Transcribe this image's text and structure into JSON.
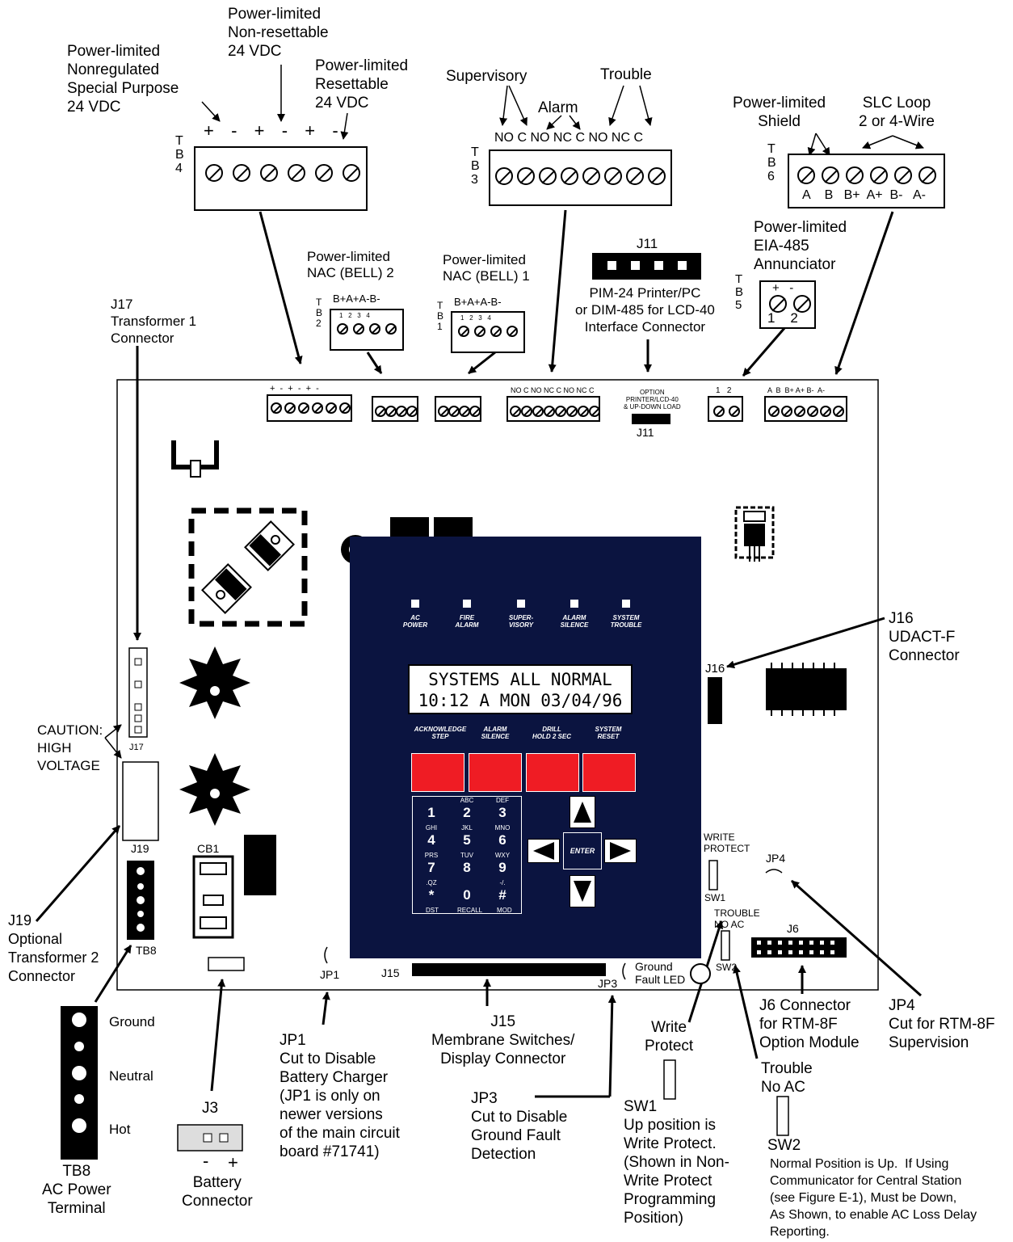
{
  "labels": {
    "nonregulated": "Power-limited\nNonregulated\nSpecial Purpose\n24 VDC",
    "nonresettable": "Power-limited\nNon-resettable\n24 VDC",
    "resettable": "Power-limited\nResettable\n24 VDC",
    "supervisory": "Supervisory",
    "alarm": "Alarm",
    "trouble": "Trouble",
    "shield": "Power-limited\nShield",
    "slc_loop": "SLC Loop\n2 or 4-Wire",
    "eia485": "Power-limited\nEIA-485\nAnnunciator",
    "nac2": "Power-limited\nNAC (BELL) 2",
    "nac1": "Power-limited\nNAC (BELL) 1",
    "j11_title": "J11",
    "j11_desc": "PIM-24 Printer/PC\nor DIM-485 for LCD-40\nInterface Connector",
    "j17": "J17\nTransformer 1\nConnector",
    "j16": "J16\nUDACT-F\nConnector",
    "caution": "CAUTION:\nHIGH\nVOLTAGE",
    "j19": "J19\nOptional\nTransformer 2\nConnector",
    "tb8_title": "TB8\nAC Power\nTerminal",
    "ground": "Ground",
    "neutral": "Neutral",
    "hot": "Hot",
    "j3": "J3",
    "battery": "Battery\nConnector",
    "battery_minus": "-",
    "battery_plus": "+",
    "jp1": "JP1\nCut to Disable\nBattery Charger\n(JP1 is only on\nnewer versions\nof the main circuit\nboard #71741)",
    "j15": "J15\nMembrane Switches/\nDisplay Connector",
    "jp3": "JP3\nCut to Disable\nGround Fault\nDetection",
    "write_protect": "Write\nProtect",
    "sw1": "SW1\nUp position is\nWrite Protect.\n(Shown in Non-\nWrite Protect\nProgramming\nPosition)",
    "trouble_no_ac": "Trouble\nNo AC",
    "sw2_title": "SW2",
    "sw2_note": "Normal Position is Up.  If Using\nCommunicator for Central Station\n(see Figure E-1), Must be Down,\nAs Shown, to enable AC Loss Delay\nReporting.",
    "j6": "J6 Connector\nfor RTM-8F\nOption Module",
    "jp4": "JP4\nCut for RTM-8F\nSupervision"
  },
  "terminals": {
    "tb4_label": "T\nB\n4",
    "tb4_signs": "+  -  +  -  +  -",
    "tb3_label": "T\nB\n3",
    "tb3_signs": "NO C NO NC C NO NC C",
    "tb6_label": "T\nB\n6",
    "tb6_signs": "A    B   B+  A+  B-   A-",
    "tb5_label": "T\nB\n5",
    "tb5_top": "+   -",
    "tb5_bottom": "1    2",
    "tb2_label": "T\nB\n2",
    "tb1_label": "T\nB\n1",
    "nac_signs": "B+A+A-B-",
    "nac_nums": "1   2   3   4"
  },
  "board": {
    "tb4_signs": "+  -  +  -  +  -",
    "tb3_signs": "NO C NO NC C NO NC C",
    "tb6_signs": "A  B  B+ A+ B-  A-",
    "tb5_signs": "1   2",
    "j11_small": "OPTION\nPRINTER/LCD-40\n& UP-DOWN LOAD",
    "j11": "J11",
    "j16": "J16",
    "j17": "J17",
    "j19": "J19",
    "cb1": "CB1",
    "tb8": "TB8",
    "jp1": "JP1",
    "j15": "J15",
    "jp3": "JP3",
    "ground_fault": "Ground\nFault LED",
    "write_protect": "WRITE\nPROTECT",
    "sw1": "SW1",
    "trouble_no_ac": "TROUBLE\nNO AC",
    "sw2": "SW2",
    "jp4": "JP4",
    "j6": "J6"
  },
  "panel": {
    "leds": [
      "AC\nPOWER",
      "FIRE\nALARM",
      "SUPER-\nVISORY",
      "ALARM\nSILENCE",
      "SYSTEM\nTROUBLE"
    ],
    "lcd_line1": "SYSTEMS ALL NORMAL",
    "lcd_line2": "10:12 A MON 03/04/96",
    "buttons": [
      "ACKNOWLEDGE\nSTEP",
      "ALARM\nSILENCE",
      "DRILL\nHOLD 2 SEC",
      "SYSTEM\nRESET"
    ],
    "keys": [
      {
        "sub": "",
        "main": "1"
      },
      {
        "sub": "ABC",
        "main": "2"
      },
      {
        "sub": "DEF",
        "main": "3"
      },
      {
        "sub": "GHI",
        "main": "4"
      },
      {
        "sub": "JKL",
        "main": "5"
      },
      {
        "sub": "MNO",
        "main": "6"
      },
      {
        "sub": "PRS",
        "main": "7"
      },
      {
        "sub": "TUV",
        "main": "8"
      },
      {
        "sub": "WXY",
        "main": "9"
      },
      {
        "sub": ".QZ",
        "main": "*"
      },
      {
        "sub": "",
        "main": "0"
      },
      {
        "sub": "-/.",
        "main": "#"
      }
    ],
    "key_bottom": [
      "DST",
      "RECALL",
      "MOD"
    ],
    "enter": "ENTER"
  },
  "colors": {
    "panel": "#0b1440",
    "buttons": "#ef1c24"
  }
}
